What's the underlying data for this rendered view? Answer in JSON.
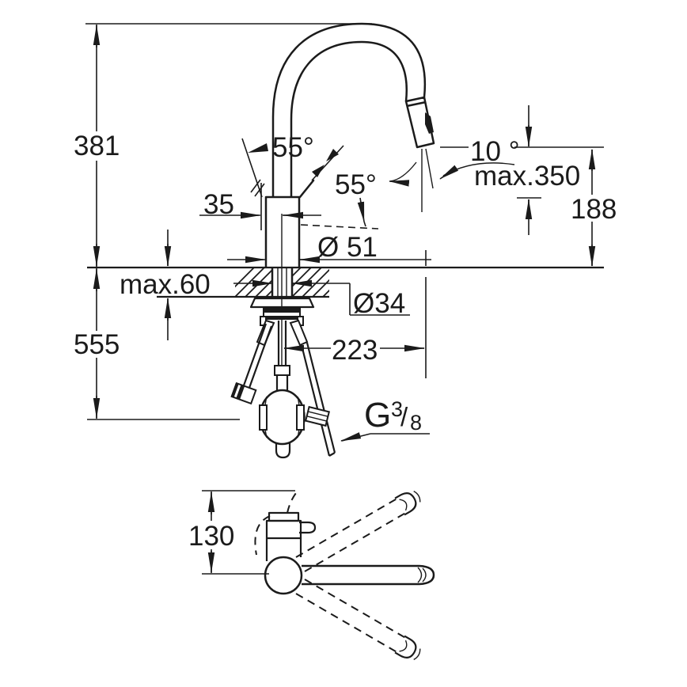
{
  "drawing": {
    "title": "kitchen-faucet-dimensional-drawing",
    "colors": {
      "line": "#1b1b1b",
      "background": "#ffffff"
    },
    "side_view": {
      "overall_height_above_deck": "381",
      "height_below_deck": "555",
      "deck_thickness_max": "max.60",
      "handle_center_offset": "35",
      "handle_swing_angle_left": "55°",
      "handle_swing_angle_right": "55°",
      "spray_head_angle": "10 °",
      "pullout_hose_extension_max": "max.350",
      "spout_outlet_height": "188",
      "body_diameter": "Ø 51",
      "mounting_hole_diameter": "Ø34",
      "spout_reach": "223",
      "thread_spec": {
        "letter": "G",
        "numerator": "3",
        "slash": "/",
        "denominator": "8"
      }
    },
    "top_view": {
      "body_depth": "130"
    }
  }
}
